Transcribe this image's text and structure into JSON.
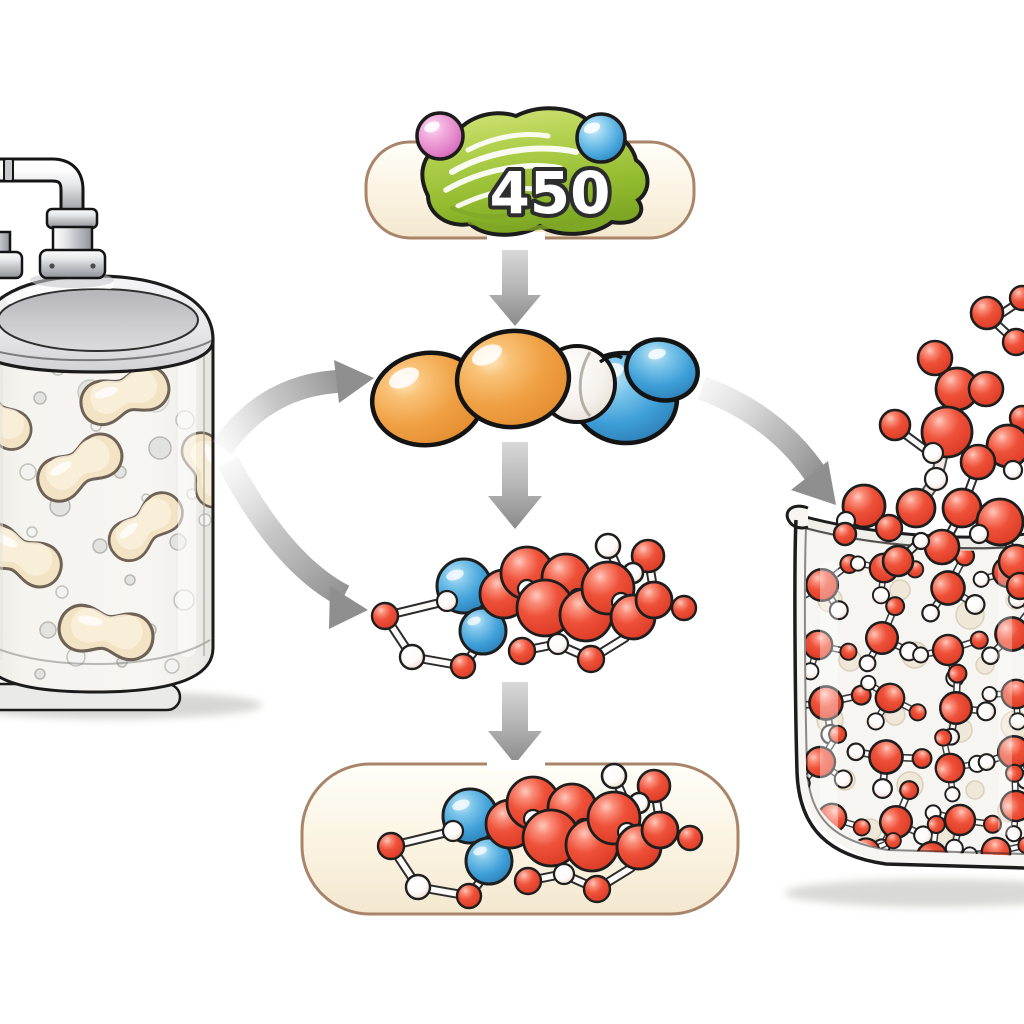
{
  "diagram": {
    "background_color": "#ffffff",
    "enzyme_badge": {
      "label": "450",
      "blob_color": "#9fc23a",
      "left_sphere_color": "#e98fd1",
      "right_sphere_color": "#3f9fd8",
      "box_fill": "#fbf4e4",
      "box_border": "#a8856a"
    },
    "nodes": [
      {
        "id": "bioreactor-tank",
        "description": "glass fermentation tank with steel inlet pipe, cream bean-shaped microbial cells and bubbles"
      },
      {
        "id": "enzyme-badge",
        "description": "green enzyme blob labelled 450 with pink and blue cofactor spheres in rounded cream box"
      },
      {
        "id": "substrate-complex",
        "description": "orange and blue space-filling molecule"
      },
      {
        "id": "intermediate-molecule",
        "description": "red, white and blue ball-and-stick molecule"
      },
      {
        "id": "product-box",
        "description": "ball-and-stick product molecule inside rounded cream box"
      },
      {
        "id": "product-beaker",
        "description": "glass beaker overflowing with red and white product molecules"
      }
    ],
    "arrows": [
      {
        "from": "enzyme-badge",
        "to": "substrate-complex",
        "style": "straight-down",
        "color": "#979797"
      },
      {
        "from": "bioreactor-tank",
        "to": "substrate-complex",
        "style": "curved-right-up",
        "color": "#9a9a9a"
      },
      {
        "from": "bioreactor-tank",
        "to": "intermediate-molecule",
        "style": "curved-right-down",
        "color": "#9a9a9a"
      },
      {
        "from": "substrate-complex",
        "to": "intermediate-molecule",
        "style": "straight-down",
        "color": "#979797"
      },
      {
        "from": "intermediate-molecule",
        "to": "product-box",
        "style": "straight-down",
        "color": "#979797"
      },
      {
        "from": "substrate-complex",
        "to": "product-beaker",
        "style": "curved-right-down",
        "color": "#9a9a9a"
      }
    ],
    "palette": {
      "molecule_red": "#e84b31",
      "molecule_white": "#ffffff",
      "molecule_blue": "#3f9fd8",
      "molecule_orange": "#f0a144",
      "cell_cream": "#f3e5c6",
      "metal_gray": "#c9cacd",
      "glass_gray": "#f4f3ef",
      "outline": "#1e1e1e"
    }
  }
}
